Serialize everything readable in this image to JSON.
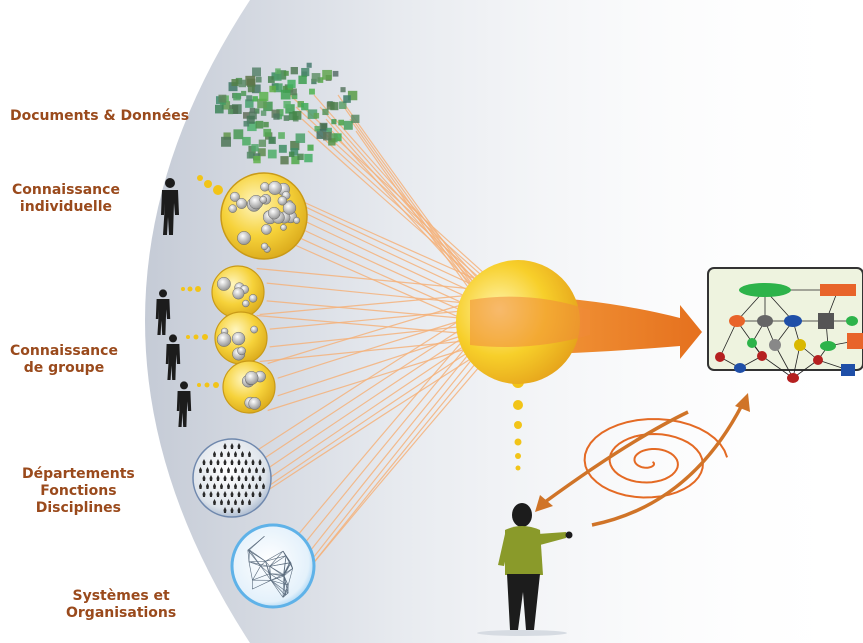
{
  "labels": {
    "documents": "Documents & Données",
    "individual": [
      "Connaissance",
      "individuelle"
    ],
    "group": [
      "Connaissance",
      "de groupe"
    ],
    "departments": [
      "Départements",
      "Fonctions",
      "Disciplines"
    ],
    "systems": [
      "Systèmes et",
      "Organisations"
    ]
  },
  "colors": {
    "label": "#9a4a1c",
    "beam": "#f08a3a",
    "line": "#f5b27a",
    "sphere": "#f4c623",
    "node_green": "#2db34a",
    "node_orange": "#e8642a",
    "node_blue": "#1f4fa8",
    "node_red": "#b52020",
    "person_shirt": "#8a9a2a",
    "panel_bg": "#eef3df"
  },
  "icons": {
    "data-cloud": "scattered-green-squares",
    "knowledge-sphere": "yellow-sphere-with-grey-dots",
    "crowd-sphere": "grey-sphere-with-people",
    "network-sphere": "blue-sphere-with-network",
    "person": "silhouette-person",
    "knowledge-map": "concept-map-panel",
    "spiral": "orange-spiral"
  }
}
